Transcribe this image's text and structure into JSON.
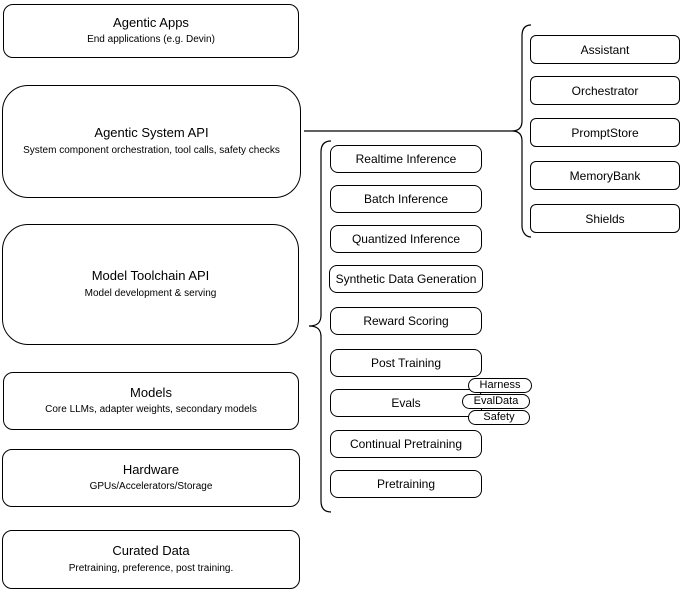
{
  "diagram": {
    "left_column": [
      {
        "title": "Agentic Apps",
        "subtitle": "End applications (e.g. Devin)"
      },
      {
        "title": "Agentic System API",
        "subtitle": "System component orchestration, tool calls, safety checks"
      },
      {
        "title": "Model Toolchain API",
        "subtitle": "Model development & serving"
      },
      {
        "title": "Models",
        "subtitle": "Core LLMs, adapter weights, secondary models"
      },
      {
        "title": "Hardware",
        "subtitle": "GPUs/Accelerators/Storage"
      },
      {
        "title": "Curated Data",
        "subtitle": "Pretraining, preference, post training."
      }
    ],
    "toolchain_items": [
      "Realtime Inference",
      "Batch Inference",
      "Quantized Inference",
      "Synthetic Data Generation",
      "Reward Scoring",
      "Post Training",
      "Evals",
      "Continual Pretraining",
      "Pretraining"
    ],
    "evals_pills": [
      "Harness",
      "EvalData",
      "Safety"
    ],
    "system_components": [
      "Assistant",
      "Orchestrator",
      "PromptStore",
      "MemoryBank",
      "Shields"
    ],
    "colors": {
      "stroke": "#000000",
      "fill": "#ffffff",
      "text": "#000000"
    }
  }
}
